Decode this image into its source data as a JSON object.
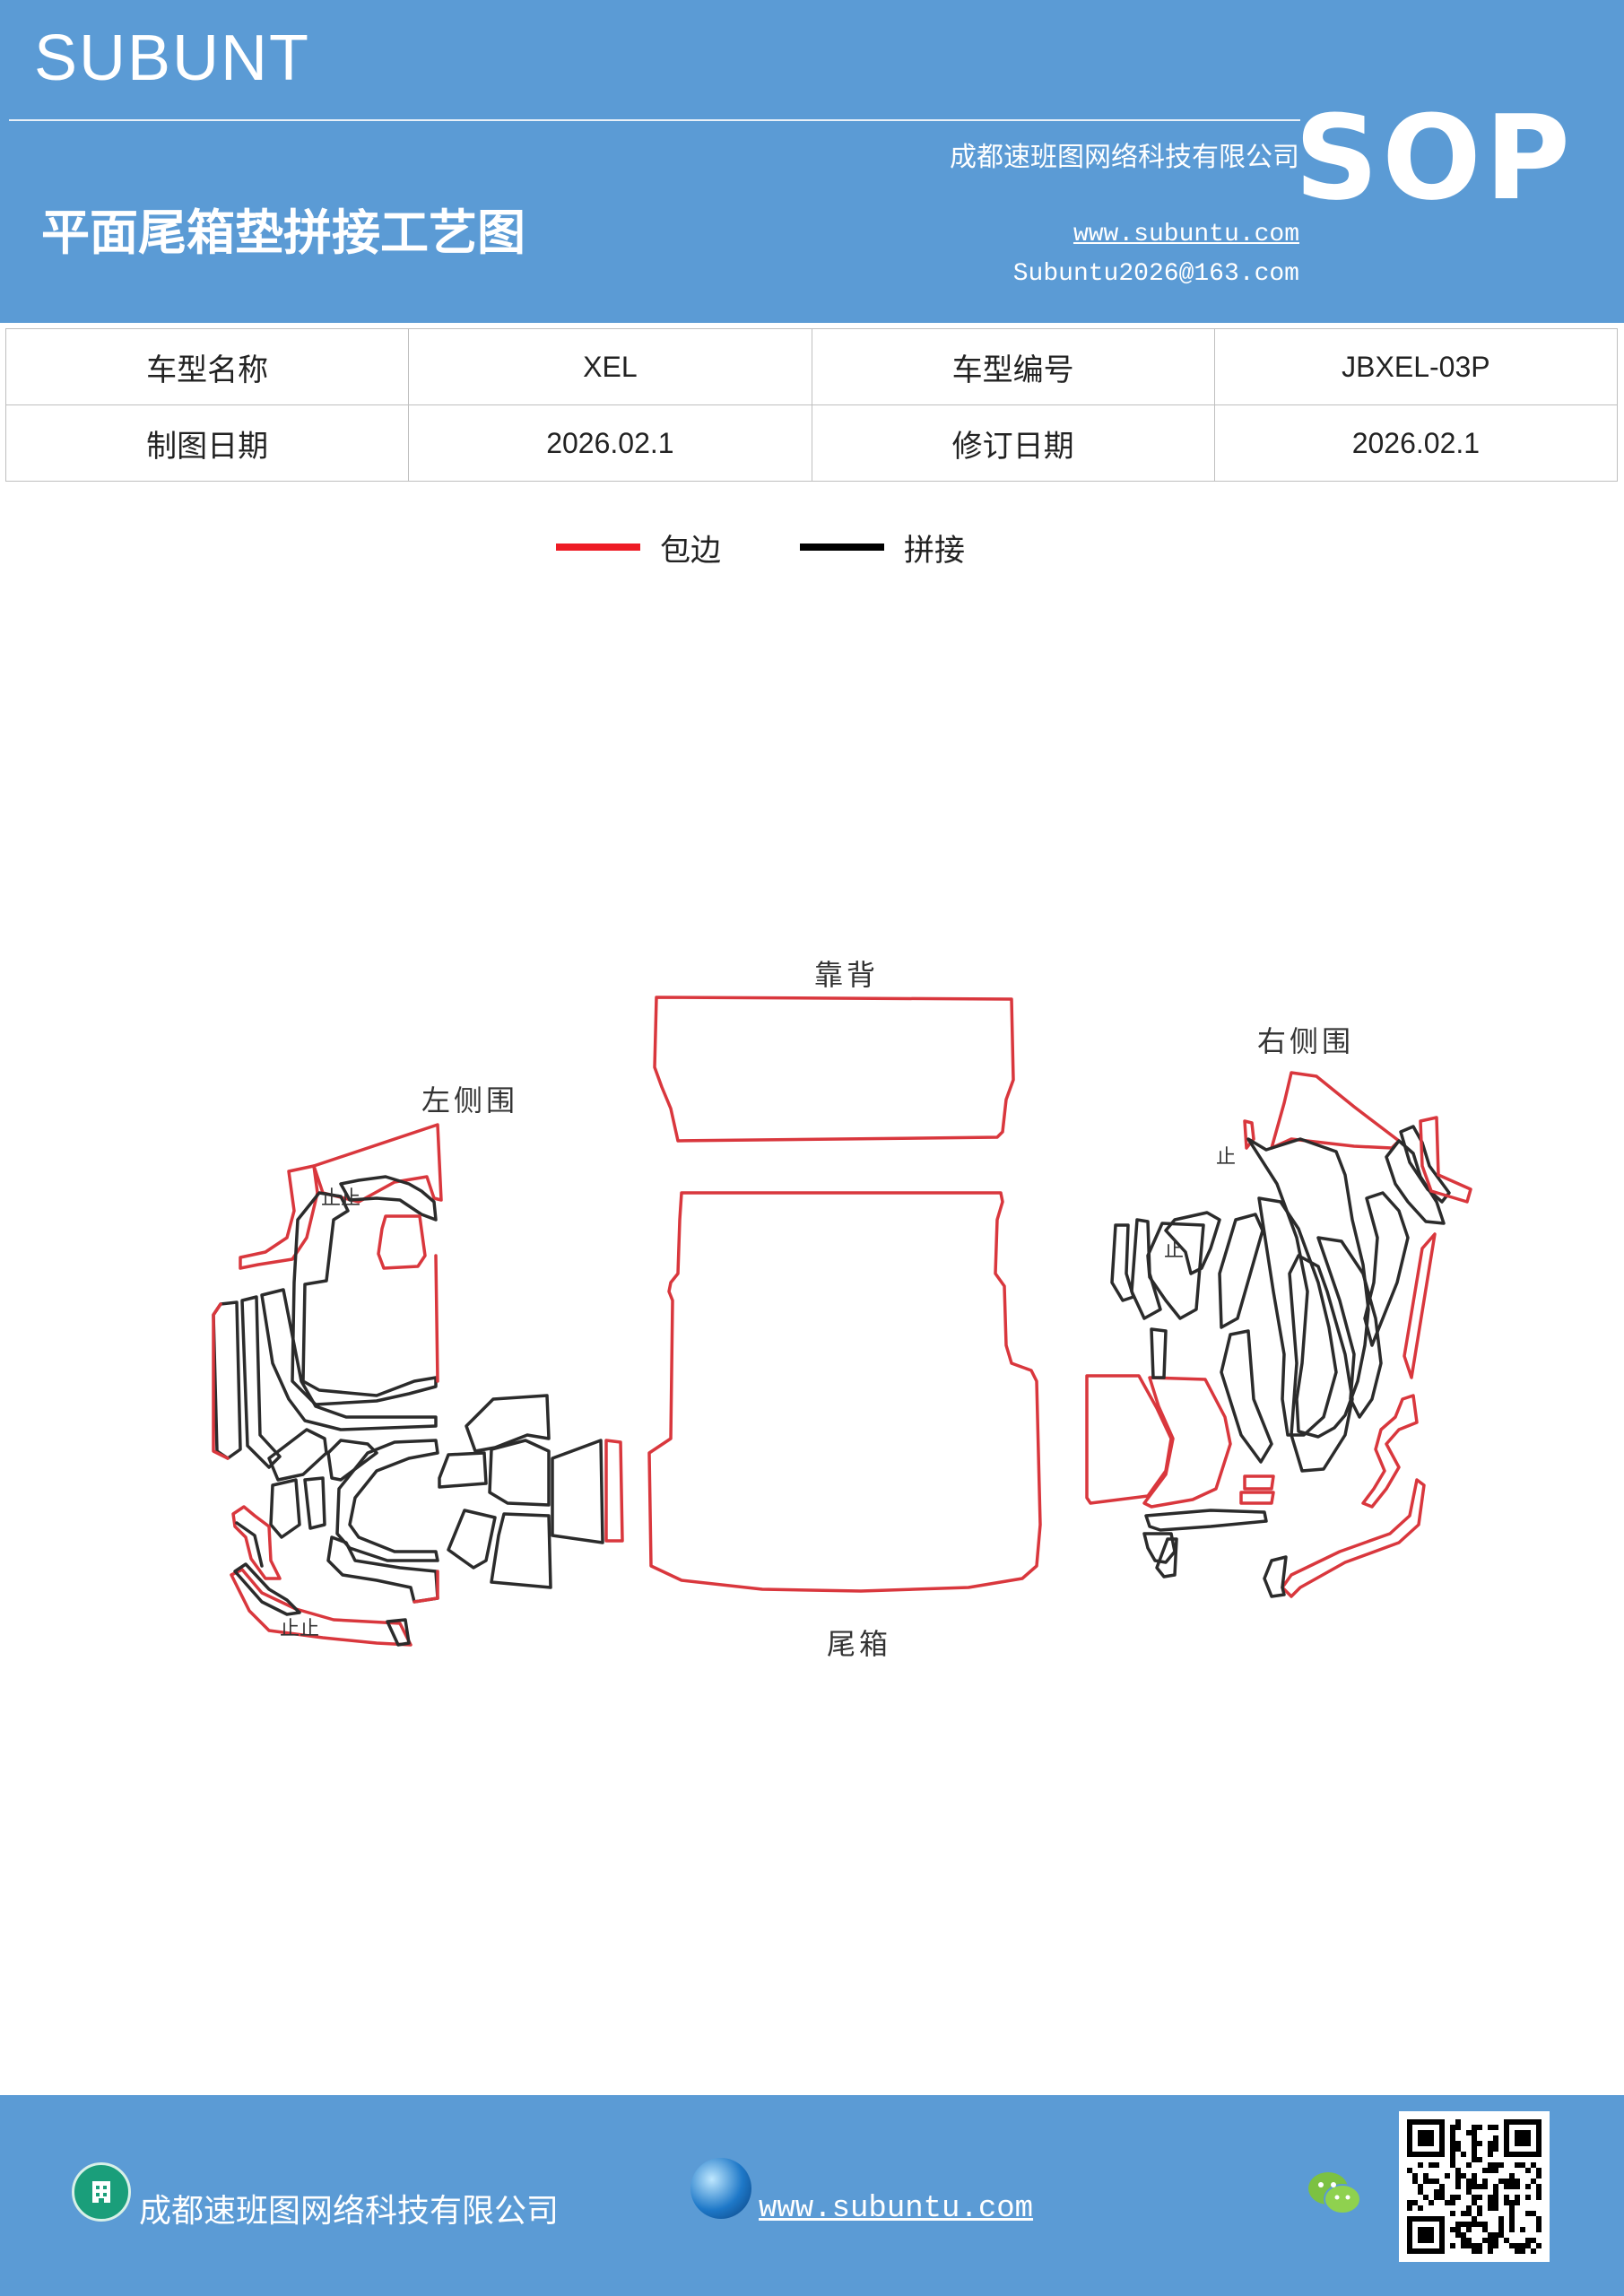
{
  "header": {
    "brand": "SUBUNT",
    "company": "成都速班图网络科技有限公司",
    "title": "平面尾箱垫拼接工艺图",
    "website": "www.subuntu.com",
    "email": "Subuntu2026@163.com",
    "badge": "SOP"
  },
  "info": {
    "rows": [
      [
        "车型名称",
        "XEL",
        "车型编号",
        "JBXEL-03P"
      ],
      [
        "制图日期",
        "2026.02.1",
        "修订日期",
        "2026.02.1"
      ]
    ]
  },
  "legend": {
    "items": [
      {
        "label": "包边",
        "color": "#ee1c25"
      },
      {
        "label": "拼接",
        "color": "#000000"
      }
    ]
  },
  "diagram": {
    "labels": {
      "backrest": "靠背",
      "left": "左侧围",
      "right": "右侧围",
      "trunk": "尾箱"
    },
    "stop_mark": "止",
    "stop_mark_double": "止止",
    "colors": {
      "hem": "#d9373d",
      "seam": "#2b2b2b"
    }
  },
  "footer": {
    "company": "成都速班图网络科技有限公司",
    "website": "www.subuntu.com"
  }
}
